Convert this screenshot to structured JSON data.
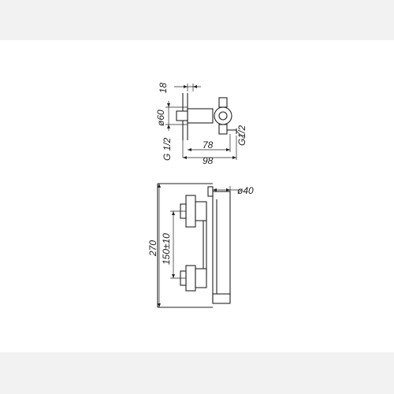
{
  "drawing": {
    "top_view": {
      "dim_width": "18",
      "dim_diameter": "ø60",
      "dim_thread_left": "G 1/2",
      "dim_thread_right": "G1/2",
      "dim_depth_1": "78",
      "dim_depth_2": "98"
    },
    "front_view": {
      "dim_diameter": "ø40",
      "dim_total_height": "270",
      "dim_center_distance": "150±10"
    }
  },
  "colors": {
    "line": "#222222",
    "background": "#ffffff",
    "frame": "#f2f2f2"
  }
}
